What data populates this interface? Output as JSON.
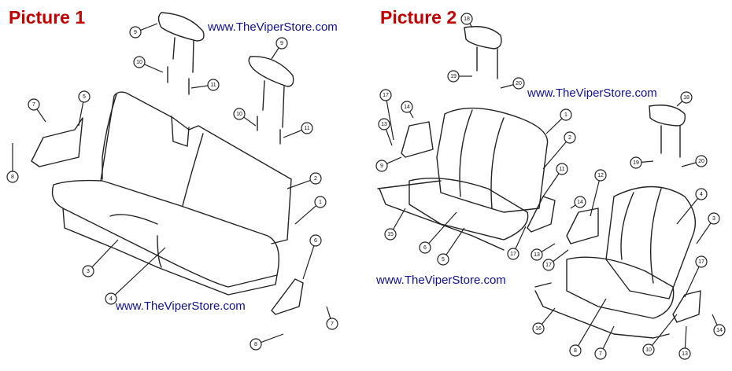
{
  "picture1": {
    "title": "Picture 1",
    "watermarks": [
      "www.TheViperStore.com",
      "www.TheViperStore.com"
    ],
    "callouts": [
      "9",
      "9",
      "10",
      "11",
      "10",
      "11",
      "7",
      "5",
      "8",
      "2",
      "1",
      "6",
      "3",
      "4",
      "7",
      "8"
    ]
  },
  "picture2": {
    "title": "Picture 2",
    "watermarks": [
      "www.TheViperStore.com",
      "www.TheViperStore.com"
    ],
    "callouts": [
      "18",
      "19",
      "20",
      "17",
      "14",
      "13",
      "9",
      "1",
      "2",
      "11",
      "12",
      "14",
      "15",
      "6",
      "5",
      "17",
      "13",
      "17",
      "18",
      "19",
      "20",
      "4",
      "3",
      "17",
      "16",
      "8",
      "7",
      "10",
      "13",
      "14"
    ]
  }
}
